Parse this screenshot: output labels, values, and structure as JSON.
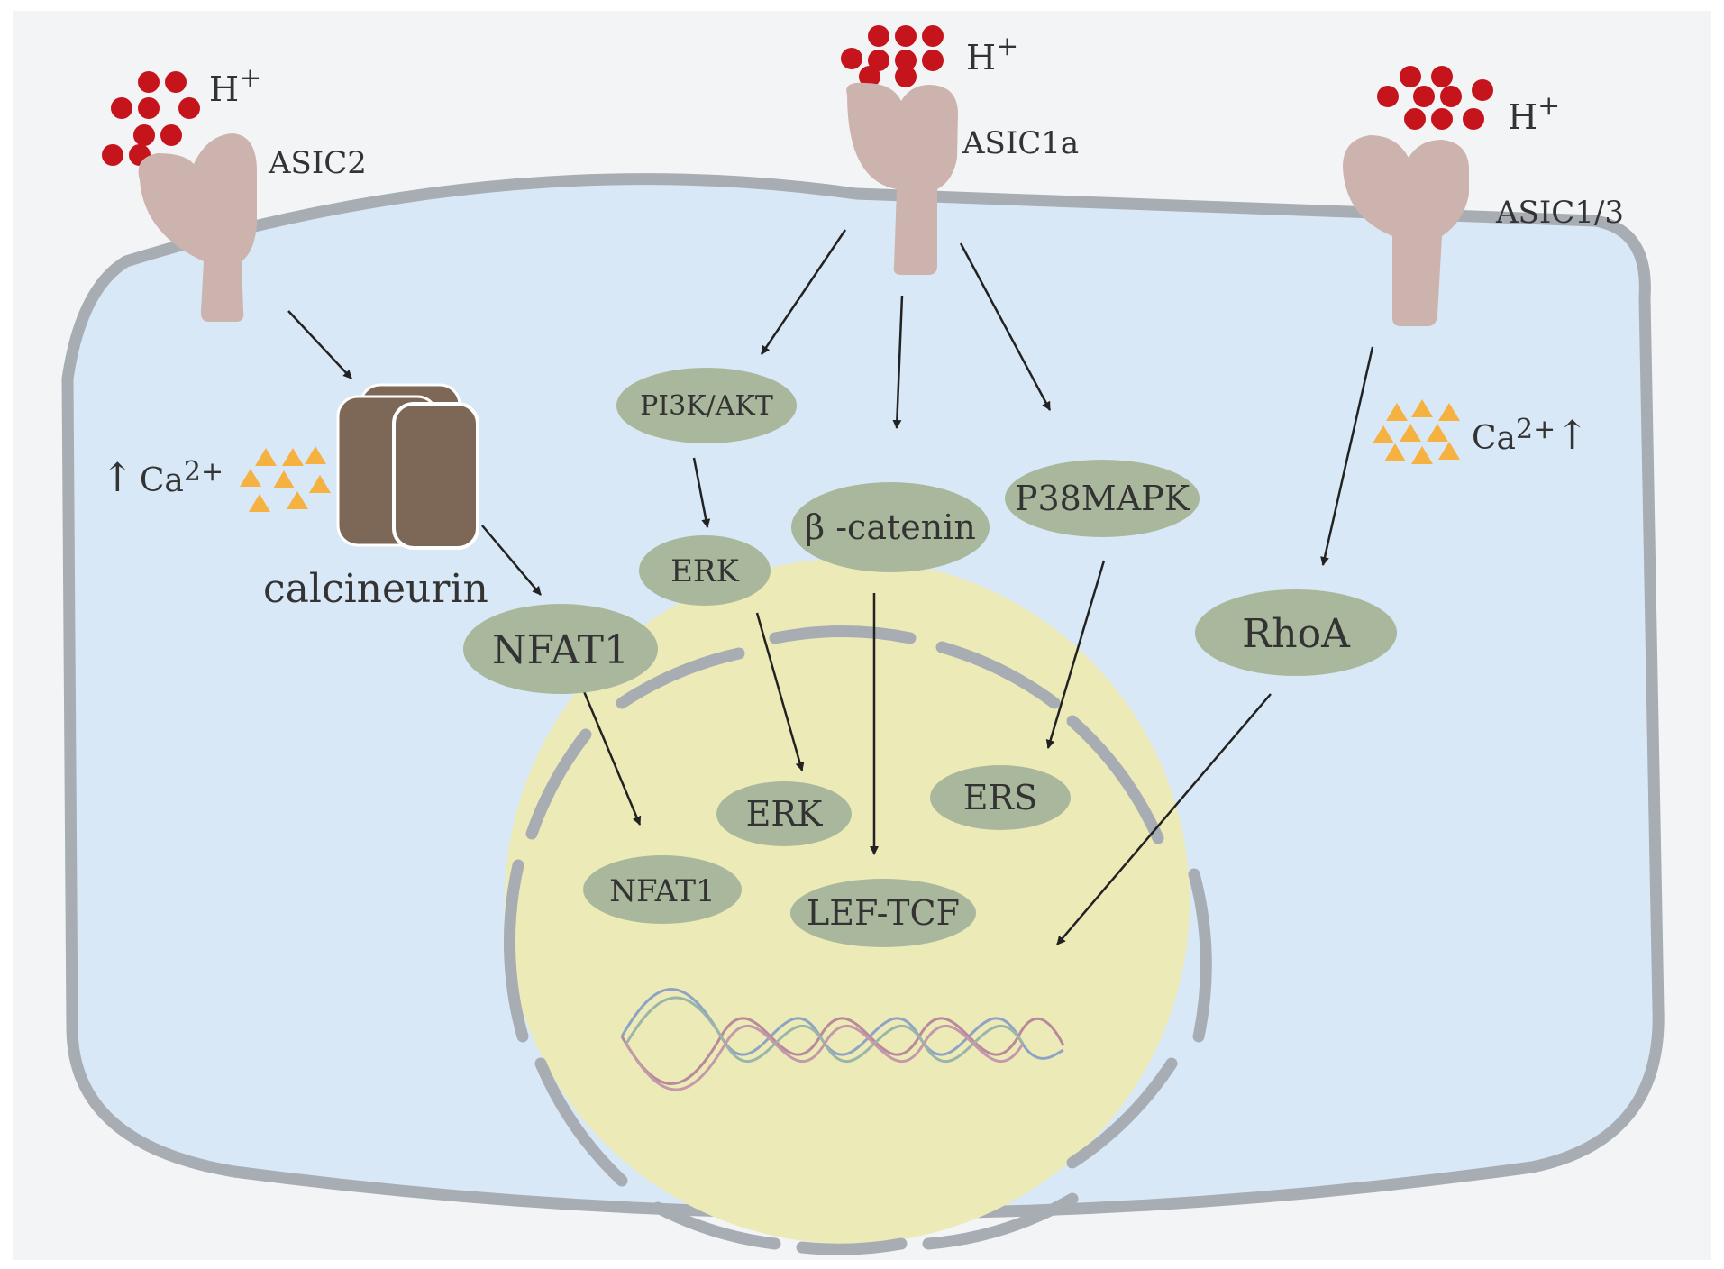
{
  "receptors": [
    {
      "name": "ASIC2",
      "ion": "H",
      "charge": "+"
    },
    {
      "name": "ASIC1a",
      "ion": "H",
      "charge": "+"
    },
    {
      "name": "ASIC1/3",
      "ion": "H",
      "charge": "+"
    }
  ],
  "calcium": {
    "left": {
      "arrow": "↑",
      "ion": "Ca",
      "charge": "2+"
    },
    "right": {
      "arrow": "↑",
      "ion": "Ca",
      "charge": "2+"
    }
  },
  "calcineurin": {
    "label": "calcineurin"
  },
  "cytoplasm_nodes": {
    "nfat1": "NFAT1",
    "pi3k_akt": "PI3K/AKT",
    "erk": "ERK",
    "beta_catenin": "β -catenin",
    "p38mapk": "P38MAPK",
    "rhoa": "RhoA"
  },
  "nucleus_nodes": {
    "erk": "ERK",
    "ers": "ERS",
    "nfat1": "NFAT1",
    "lef_tcf": "LEF-TCF"
  },
  "colors": {
    "cell_fill": "#d9e8f6",
    "membrane": "#a7adb3",
    "nucleus_fill": "#ecebb8",
    "node_fill": "#a9b89c",
    "proton": "#c5141c",
    "calcium_ion": "#f5b240",
    "receptor": "#cdb3ad",
    "calcineurin": "#7d6757"
  }
}
